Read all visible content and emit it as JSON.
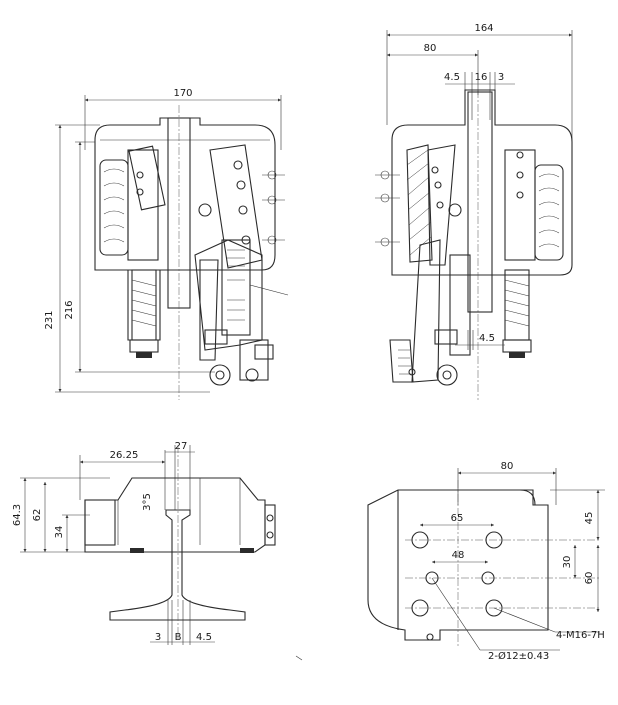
{
  "top_left_view": {
    "dim_width": "170",
    "dim_height_outer": "231",
    "dim_height_inner": "216"
  },
  "top_right_view": {
    "dim_width": "164",
    "dim_offset": "80",
    "dim_a": "4.5",
    "dim_b": "16",
    "dim_c": "3",
    "dim_clearance": "4.5"
  },
  "bottom_left_view": {
    "dim_offset": "26.25",
    "dim_rail": "27",
    "dim_h_total": "64.3",
    "dim_h_mid": "62",
    "dim_h_low": "34",
    "dim_angle": "3°5",
    "dim_base_a": "3",
    "dim_base_b": "B",
    "dim_base_c": "4.5"
  },
  "bottom_right_view": {
    "dim_width": "80",
    "dim_hole_h": "65",
    "dim_hole_inner": "48",
    "dim_top": "45",
    "dim_mid": "30",
    "dim_low": "60",
    "label_thread": "4-M16-7H",
    "label_pin": "2-Ø12±0.43"
  }
}
